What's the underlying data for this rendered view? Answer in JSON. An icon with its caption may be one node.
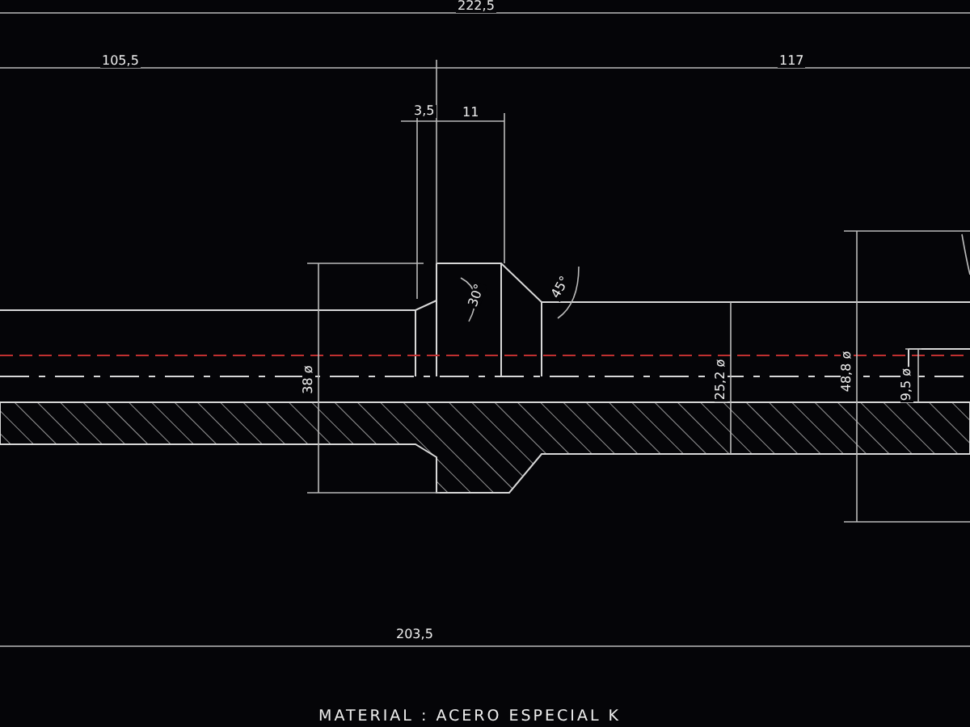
{
  "diagram": {
    "labels": [
      "222,5",
      "105,5",
      "117",
      "3,5",
      "11",
      "30°",
      "45°",
      "38 ø",
      "25,2 ø",
      "48,8 ø",
      "9,5 ø",
      "203,5",
      "MATERIAL : ACERO ESPECIAL K"
    ]
  }
}
